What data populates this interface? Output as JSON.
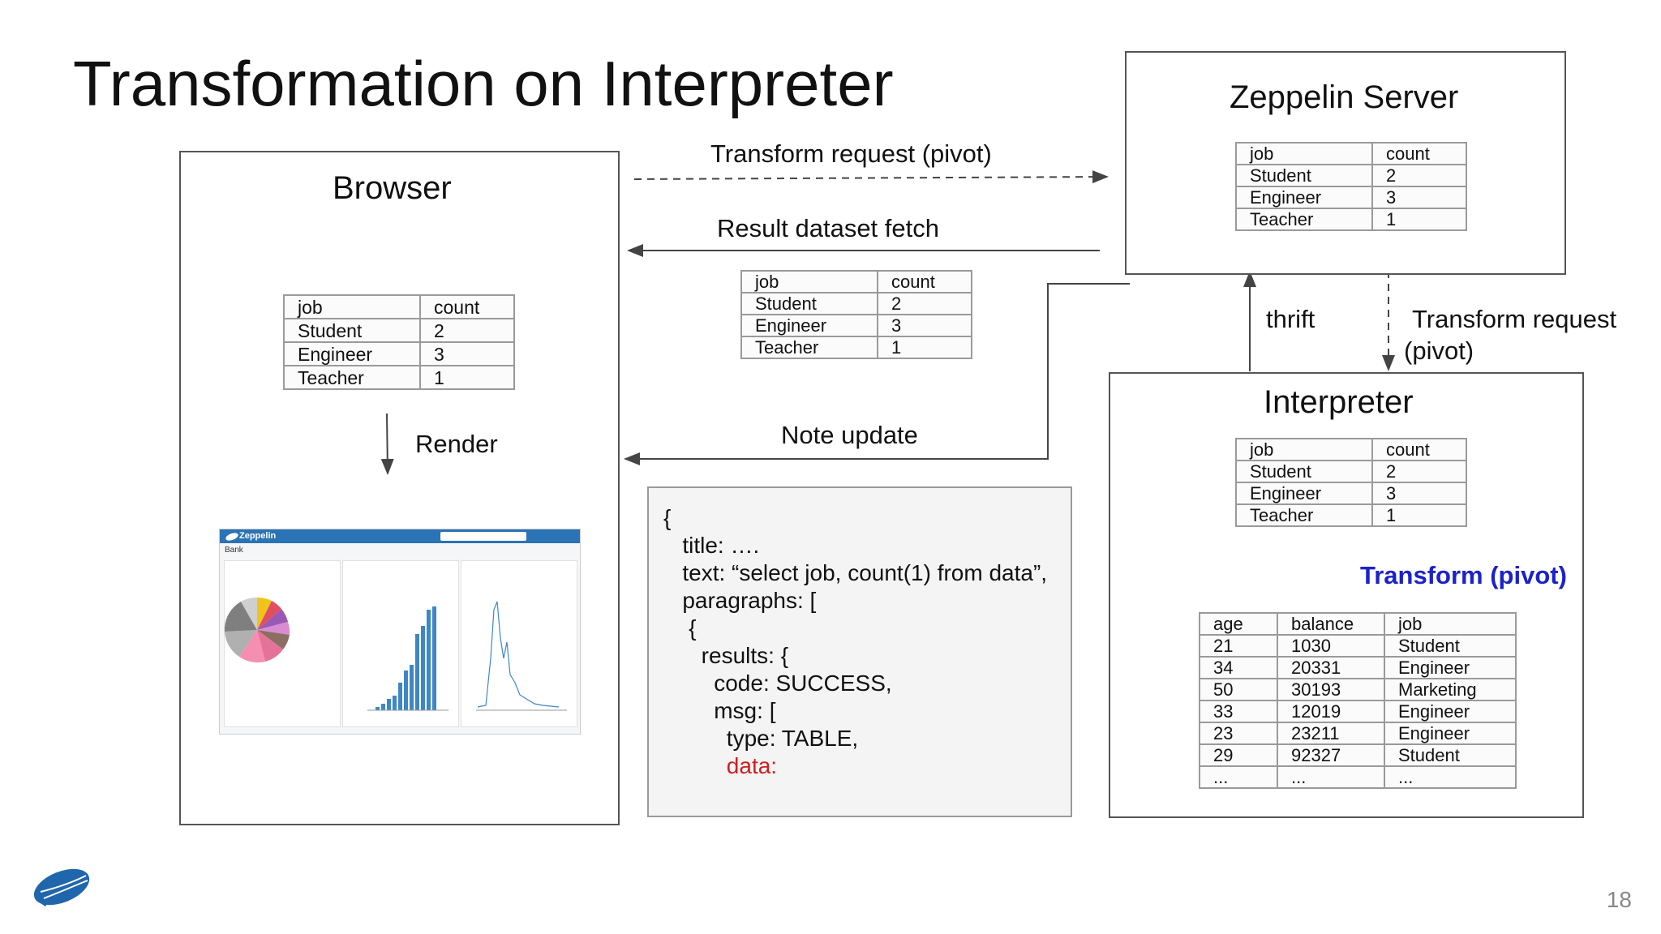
{
  "slide": {
    "title": "Transformation on Interpreter",
    "page_number": "18"
  },
  "browser": {
    "title": "Browser",
    "render_label": "Render"
  },
  "server": {
    "title": "Zeppelin Server"
  },
  "interpreter": {
    "title": "Interpreter"
  },
  "arrows": {
    "transform_request": "Transform request (pivot)",
    "result_fetch": "Result dataset fetch",
    "note_update": "Note update",
    "thrift": "thrift",
    "transform_request_down_line1": "Transform request",
    "transform_request_down_line2": "(pivot)",
    "transform_pivot": "Transform (pivot)"
  },
  "result_table": {
    "headers": [
      "job",
      "count"
    ],
    "rows": [
      [
        "Student",
        "2"
      ],
      [
        "Engineer",
        "3"
      ],
      [
        "Teacher",
        "1"
      ]
    ]
  },
  "raw_table": {
    "headers": [
      "age",
      "balance",
      "job"
    ],
    "rows": [
      [
        "21",
        "1030",
        "Student"
      ],
      [
        "34",
        "20331",
        "Engineer"
      ],
      [
        "50",
        "30193",
        "Marketing"
      ],
      [
        "33",
        "12019",
        "Engineer"
      ],
      [
        "23",
        "23211",
        "Engineer"
      ],
      [
        "29",
        "92327",
        "Student"
      ],
      [
        "...",
        "...",
        "..."
      ]
    ]
  },
  "note_json": [
    "{",
    "   title: ….",
    "   text: “select job, count(1) from data”,",
    "   paragraphs: [",
    "    {",
    "      results: {",
    "        code: SUCCESS,",
    "        msg: [",
    "          type: TABLE,"
  ],
  "note_json_data_key": "data:",
  "screenshot": {
    "app_name": "Zeppelin",
    "notebook_name": "Bank"
  },
  "colors": {
    "highlight_blue": "#1b22c9",
    "data_red": "#d11d1d",
    "zeppelin_header": "#2a73b5"
  }
}
